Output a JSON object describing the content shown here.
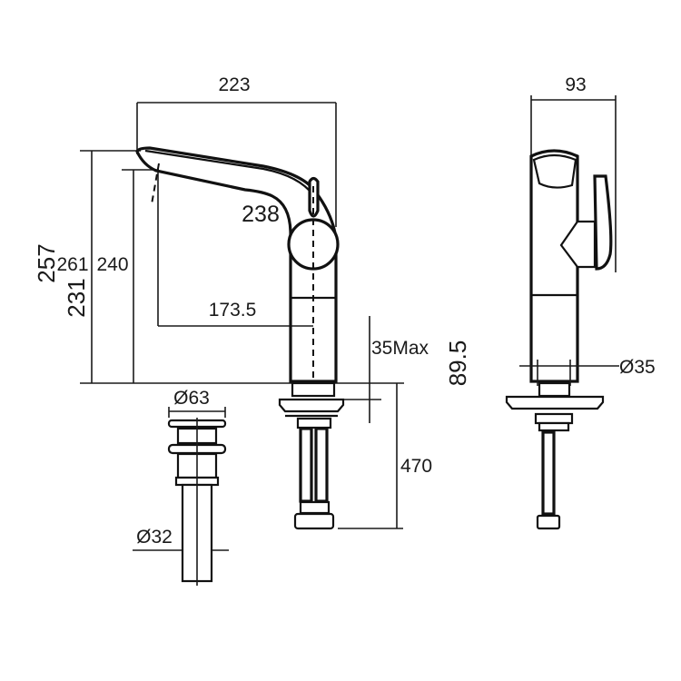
{
  "drawing": {
    "dimensions": {
      "spout_reach_total": "223",
      "side_width": "93",
      "total_height": "257",
      "height_261": "261",
      "height_231": "231",
      "spout_height": "240",
      "spout_reach": "173.5",
      "handle_height": "238",
      "deck_thickness": "35Max",
      "hose_length": "470",
      "drain_diameter": "Ø63",
      "drain_pipe_diameter": "Ø32",
      "body_diameter": "Ø35",
      "side_dim": "89.5"
    }
  }
}
